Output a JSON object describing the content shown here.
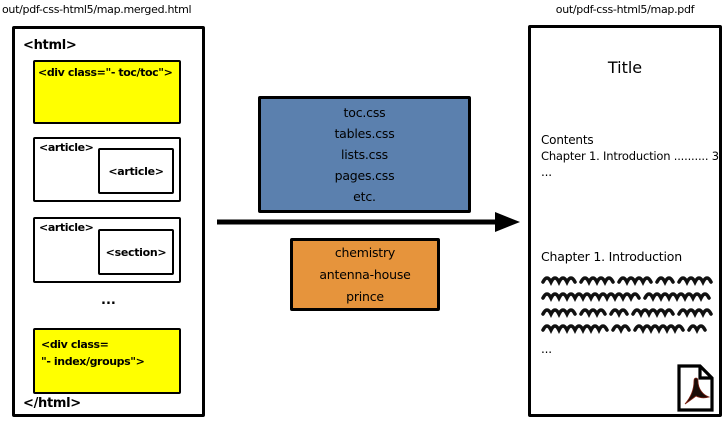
{
  "source_panel": {
    "title": "out/pdf-css-html5/map.merged.html",
    "html_open_tag": "<html>",
    "html_close_tag": "</html>",
    "toc_div_label": "<div class=\"- toc/toc\">",
    "article1": {
      "outer_label": "<article>",
      "inner_label": "<article>"
    },
    "article2": {
      "outer_label": "<article>",
      "inner_label": "<section>"
    },
    "ellipsis": "...",
    "index_div_line1": "<div class=",
    "index_div_line2": "\"- index/groups\">"
  },
  "middle": {
    "css_box": {
      "items": [
        "toc.css",
        "tables.css",
        "lists.css",
        "pages.css",
        "etc."
      ]
    },
    "formatter_box": {
      "items": [
        "chemistry",
        "antenna-house",
        "prince"
      ]
    },
    "arrow_icon": "right-arrow-icon"
  },
  "output_panel": {
    "title": "out/pdf-css-html5/map.pdf",
    "page_title": "Title",
    "contents_heading": "Contents",
    "contents_entry": "Chapter 1. Introduction .......... 3",
    "contents_more": "...",
    "chapter_heading": "Chapter 1. Introduction",
    "body_more": "...",
    "scribble_lines": [
      [
        4,
        4,
        4,
        2,
        4
      ],
      [
        12,
        8
      ],
      [
        4,
        3,
        2,
        5,
        4
      ],
      [
        8,
        2,
        6,
        2
      ]
    ],
    "pdf_icon": "adobe-pdf-file-icon"
  },
  "colors": {
    "yellow": "#ffff00",
    "blue": "#5b80ae",
    "orange": "#e6943c",
    "line": "#000000"
  }
}
